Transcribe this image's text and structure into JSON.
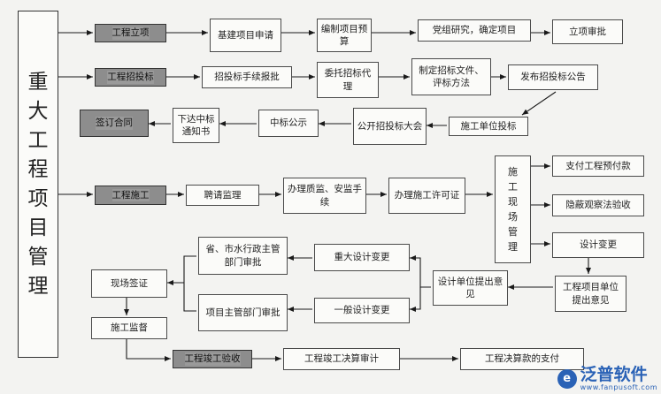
{
  "title": "重大工程项目管理",
  "phases": {
    "initiation": "工程立项",
    "bidding": "工程招投标",
    "contract": "签订合同",
    "construction": "工程施工",
    "completion": "工程竣工验收"
  },
  "initiation_steps": {
    "apply": "基建项目申请",
    "budget": "编制项目预算",
    "party_review": "党组研究，确定项目",
    "approval": "立项审批"
  },
  "bidding_steps": {
    "report": "招投标手续报批",
    "agent": "委托招标代理",
    "docs": "制定招标文件、评标方法",
    "announce": "发布招投标公告",
    "unit_bid": "施工单位投标",
    "open_meeting": "公开招投标大会",
    "publicity": "中标公示",
    "notice": "下达中标通知书"
  },
  "construction_steps": {
    "supervisor": "聘请监理",
    "quality_safety": "办理质监、安监手续",
    "permit": "办理施工许可证",
    "site_mgmt": "施工现场管理",
    "prepay": "支付工程预付款",
    "hidden_check": "隐蔽观察法验收",
    "design_change": "设计变更",
    "project_unit_opinion": "工程项目单位提出意见",
    "design_unit_opinion": "设计单位提出意见",
    "major_change": "重大设计变更",
    "general_change": "一般设计变更",
    "city_approval": "省、市水行政主管部门审批",
    "dept_approval": "项目主管部门审批",
    "site_visa": "现场签证",
    "supervision": "施工监督"
  },
  "completion_steps": {
    "audit": "工程竣工决算审计",
    "final_payment": "工程决算款的支付"
  },
  "logo": {
    "mark": "e",
    "name": "泛普软件",
    "url": "www.fanpusoft.com"
  },
  "colors": {
    "box_fill": "#fbfbf9",
    "phase_fill": "#8d8d8d",
    "line": "#1a1a1a",
    "logo": "#2a62b6"
  }
}
